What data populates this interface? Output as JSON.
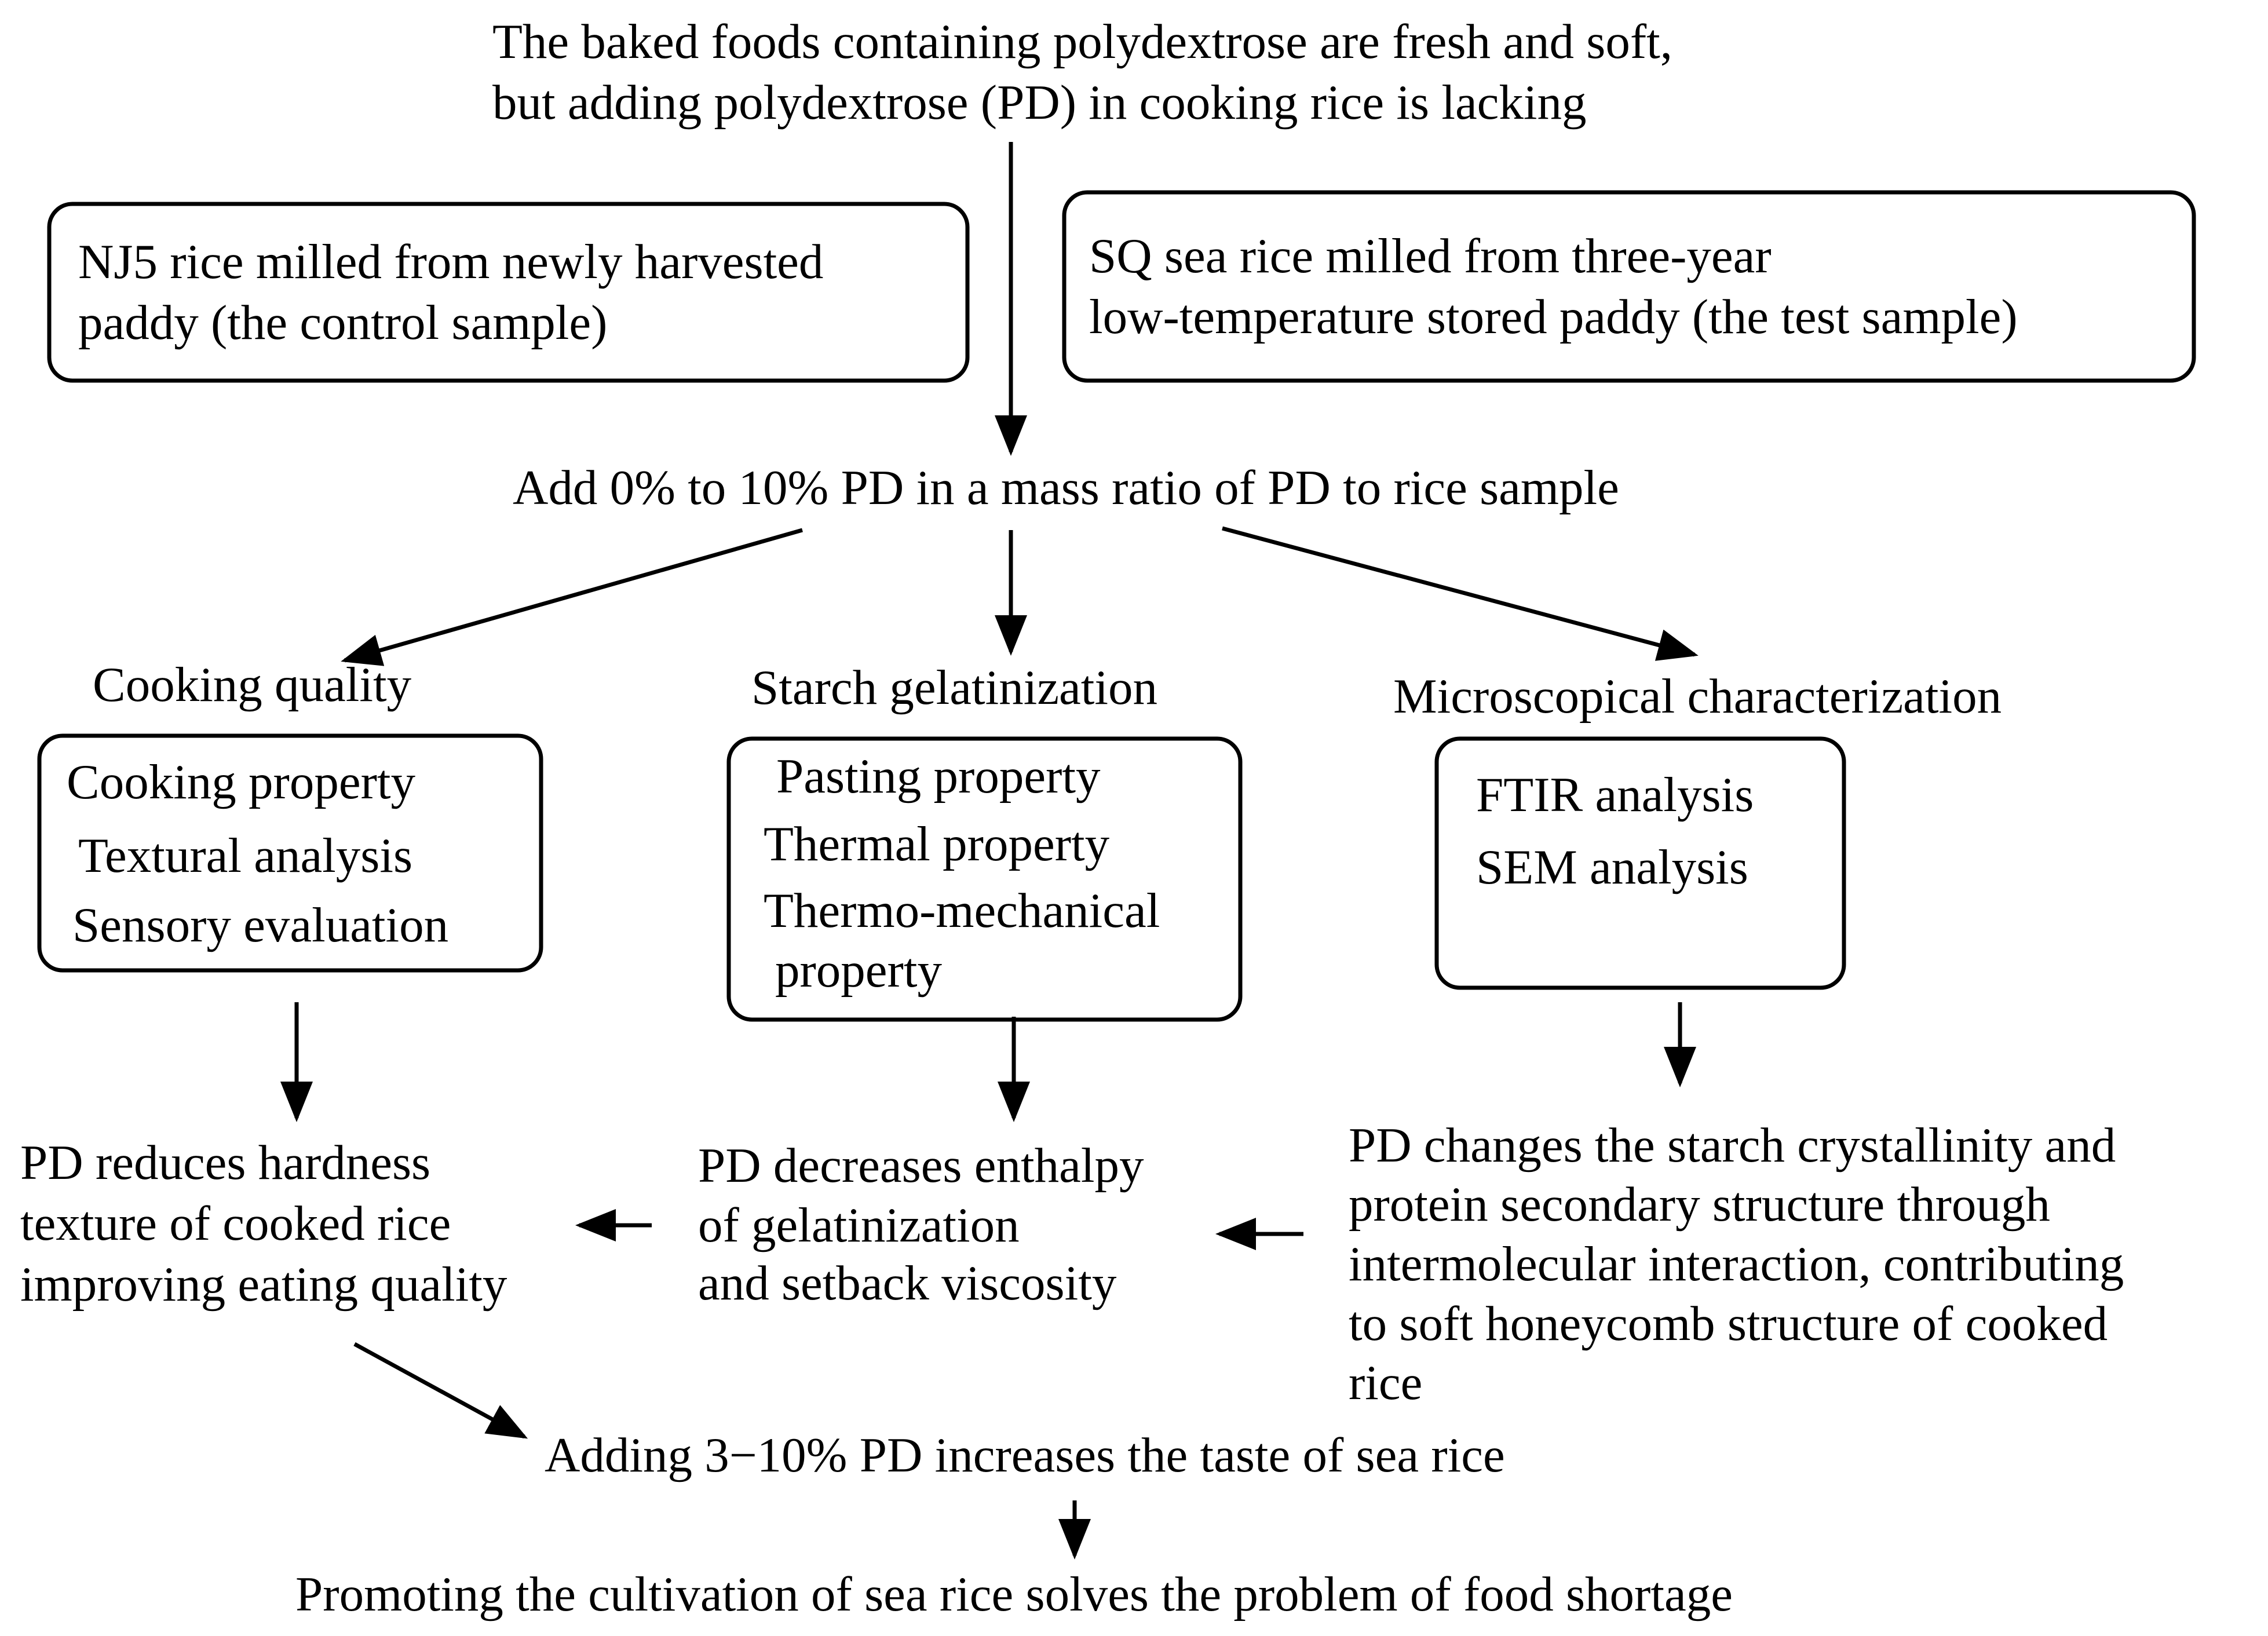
{
  "colors": {
    "ink": "#000000",
    "background": "#ffffff"
  },
  "intro": {
    "line1": "The baked foods containing polydextrose are fresh and soft,",
    "line2": "but adding polydextrose (PD) in cooking rice is lacking"
  },
  "control_sample": {
    "line1": "NJ5 rice milled from newly harvested",
    "line2": "paddy (the control sample)"
  },
  "test_sample": {
    "line1": "SQ sea rice milled from three-year",
    "line2": "low-temperature stored paddy (the test sample)"
  },
  "treatment": "Add 0% to 10% PD in a mass ratio of PD to rice sample",
  "branches": {
    "cooking": {
      "title": "Cooking quality",
      "items": [
        "Cooking property",
        "Textural analysis",
        "Sensory evaluation"
      ],
      "finding": [
        "PD reduces hardness",
        "texture of cooked rice",
        "improving eating quality"
      ]
    },
    "starch": {
      "title": "Starch gelatinization",
      "items": [
        "Pasting property",
        "Thermal property",
        "Thermo-mechanical",
        "property"
      ],
      "finding": [
        "PD decreases enthalpy",
        "of gelatinization",
        "and setback viscosity"
      ]
    },
    "micro": {
      "title": "Microscopical characterization",
      "items": [
        "FTIR analysis",
        "SEM analysis"
      ],
      "finding": [
        "PD changes the starch crystallinity and",
        "protein secondary structure through",
        "intermolecular interaction, contributing",
        "to soft honeycomb structure of cooked",
        "rice"
      ]
    }
  },
  "conclusion": "Adding 3−10% PD increases the taste of sea rice",
  "outcome": "Promoting the cultivation of sea rice solves the problem of food shortage"
}
